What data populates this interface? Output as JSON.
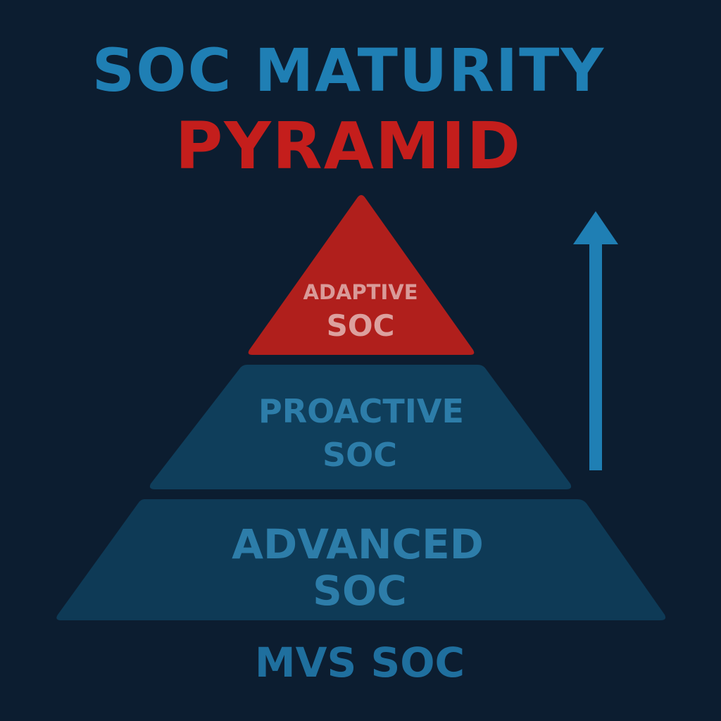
{
  "title": {
    "line1": "SOC MATURITY",
    "line2": "PYRAMID"
  },
  "pyramid": {
    "top_tier": {
      "line1": "ADAPTIVE",
      "line2": "SOC"
    },
    "middle_tier": {
      "line1": "PROACTIVE",
      "line2": "SOC"
    },
    "bottom_tier": {
      "line1": "ADVANCED",
      "line2": "SOC"
    },
    "base_label": "MVS SOC"
  },
  "colors": {
    "background": "#0c1d30",
    "title_blue": "#1f7fb4",
    "title_red": "#c41e1c",
    "top_tier_fill": "#b01f1c",
    "middle_tier_fill": "#0f3e5b",
    "bottom_tier_fill": "#0e3a56",
    "tier_text": "#2d7da9",
    "arrow": "#1f7fb4"
  },
  "arrow": {
    "direction": "up"
  }
}
